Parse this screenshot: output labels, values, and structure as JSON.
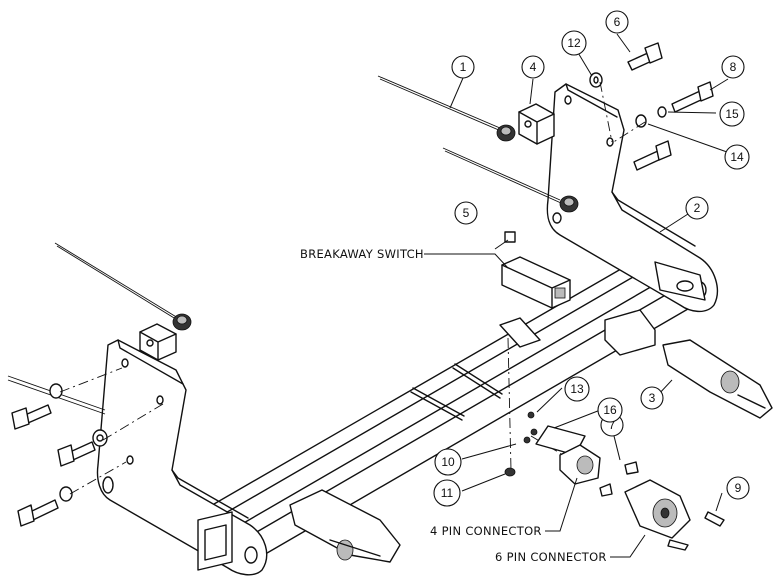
{
  "callouts": [
    {
      "id": "1",
      "label": "1"
    },
    {
      "id": "2",
      "label": "2"
    },
    {
      "id": "3",
      "label": "3"
    },
    {
      "id": "4",
      "label": "4"
    },
    {
      "id": "5",
      "label": "5"
    },
    {
      "id": "6",
      "label": "6"
    },
    {
      "id": "7",
      "label": "7"
    },
    {
      "id": "8",
      "label": "8"
    },
    {
      "id": "9",
      "label": "9"
    },
    {
      "id": "10",
      "label": "10"
    },
    {
      "id": "11",
      "label": "11"
    },
    {
      "id": "12",
      "label": "12"
    },
    {
      "id": "13",
      "label": "13"
    },
    {
      "id": "14",
      "label": "14"
    },
    {
      "id": "15",
      "label": "15"
    },
    {
      "id": "16",
      "label": "16"
    }
  ],
  "labels": {
    "breakaway_switch": "BREAKAWAY SWITCH",
    "four_pin_connector": "4 PIN CONNECTOR",
    "six_pin_connector": "6 PIN CONNECTOR"
  }
}
